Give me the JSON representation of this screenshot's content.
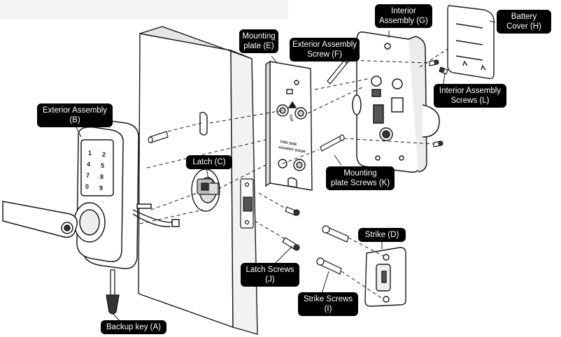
{
  "labels": {
    "exterior_assembly": {
      "line1": "Exterior Assembly",
      "line2": "(B)"
    },
    "latch": {
      "line1": "Latch (C)"
    },
    "backup_key": {
      "line1": "Backup key (A)"
    },
    "mounting_plate": {
      "line1": "Mounting",
      "line2": "plate (E)"
    },
    "exterior_screw": {
      "line1": "Exterior Assembly",
      "line2": "Screw (F)"
    },
    "interior_assembly": {
      "line1": "Interior",
      "line2": "Assembly (G)"
    },
    "battery_cover": {
      "line1": "Battery",
      "line2": "Cover (H)"
    },
    "interior_screws": {
      "line1": "Interior Assembly",
      "line2": "Screws (L)"
    },
    "mounting_plate_screws": {
      "line1": "Mounting",
      "line2": "plate Screws (K)"
    },
    "strike": {
      "line1": "Strike (D)"
    },
    "latch_screws": {
      "line1": "Latch Screws",
      "line2": "(J)"
    },
    "strike_screws": {
      "line1": "Strike Screws",
      "line2": "(I)"
    }
  },
  "keypad": {
    "row1": [
      "1",
      "2"
    ],
    "row2": [
      "4",
      "5"
    ],
    "row3": [
      "7",
      "8"
    ],
    "row4": [
      "0",
      "9"
    ]
  },
  "plate_text": {
    "top": "TOP",
    "line1": "THIS SIDE",
    "line2": "AGAINST DOOR"
  },
  "colors": {
    "line": "#1a1a1a",
    "label_bg": "#000000",
    "label_text": "#ffffff",
    "fill": "#ffffff",
    "shade": "#d9d9d9",
    "dark": "#333333"
  }
}
